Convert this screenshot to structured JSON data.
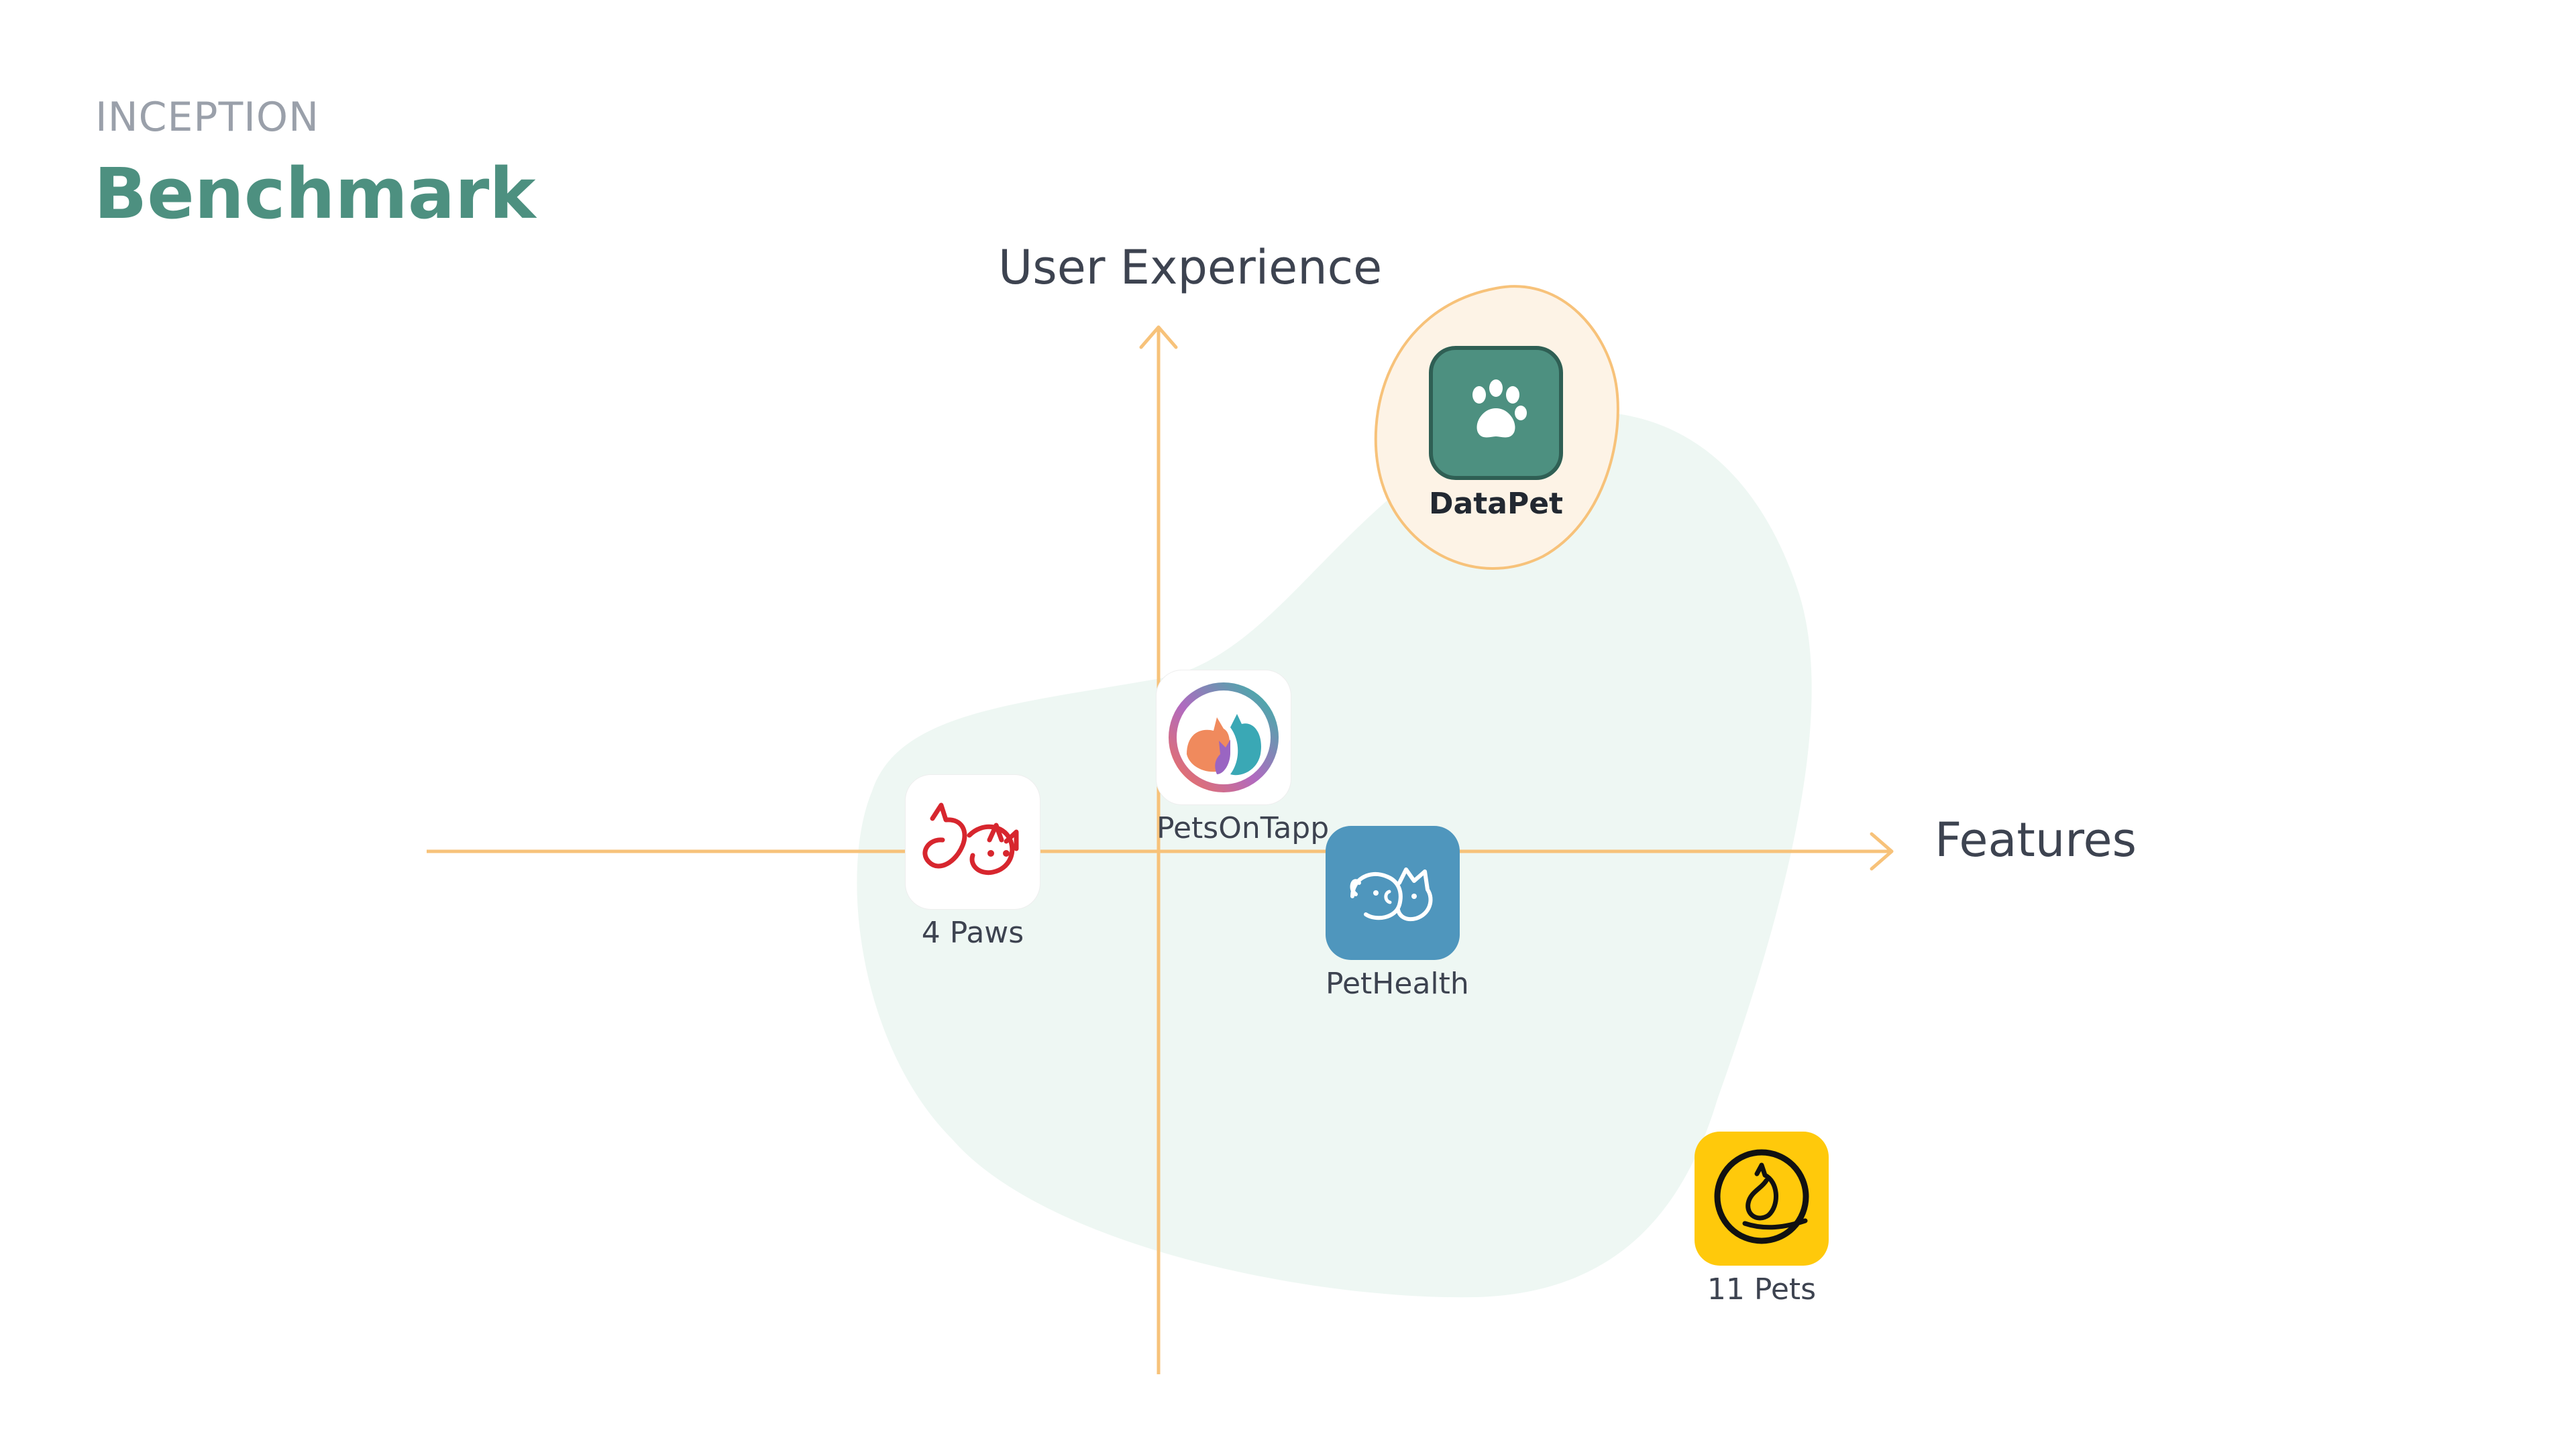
{
  "header": {
    "eyebrow": "INCEPTION",
    "title": "Benchmark"
  },
  "axes": {
    "y_label": "User Experience",
    "x_label": "Features"
  },
  "apps": [
    {
      "name": "4 Paws",
      "icon": "4-paws-logo-icon"
    },
    {
      "name": "PetsOnTapp",
      "icon": "petsontapp-logo-icon"
    },
    {
      "name": "PetHealth",
      "icon": "pethealth-logo-icon"
    },
    {
      "name": "11 Pets",
      "icon": "11-pets-logo-icon"
    },
    {
      "name": "DataPet",
      "icon": "paw-icon",
      "highlighted": true
    }
  ],
  "colors": {
    "accent": "#4d9080",
    "axis": "#f7c27a",
    "cluster": "#eef7f3",
    "highlight_fill": "#fdf3e6",
    "highlight_stroke": "#f7c27a",
    "pethealth": "#4f96bd",
    "eleven_pets": "#ffc90b",
    "four_paws": "#d7262e"
  }
}
